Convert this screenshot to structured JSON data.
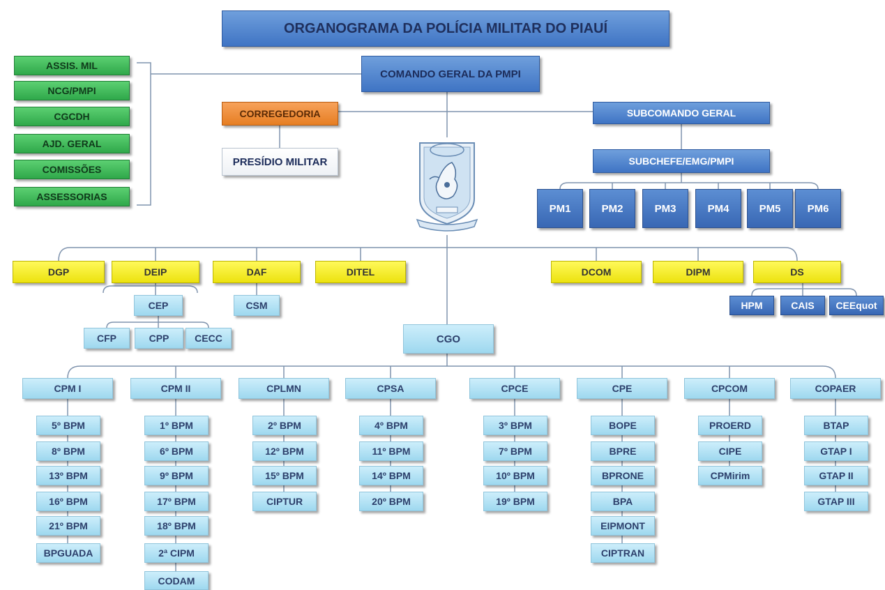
{
  "title": "ORGANOGRAMA DA POLÍCIA MILITAR DO PIAUÍ",
  "top": {
    "comando": "COMANDO GERAL DA PMPI",
    "corregedoria": "CORREGEDORIA",
    "presidio": "PRESÍDIO MILITAR",
    "subcomando": "SUBCOMANDO GERAL",
    "subchefe": "SUBCHEFE/EMG/PMPI"
  },
  "left_boxes": [
    "ASSIS. MIL",
    "NCG/PMPI",
    "CGCDH",
    "AJD. GERAL",
    "COMISSÕES",
    "ASSESSORIAS"
  ],
  "pm": [
    "PM1",
    "PM2",
    "PM3",
    "PM4",
    "PM5",
    "PM6"
  ],
  "directorates": [
    "DGP",
    "DEIP",
    "DAF",
    "DITEL",
    "DCOM",
    "DIPM",
    "DS"
  ],
  "deip": {
    "cep": "CEP",
    "subs": [
      "CFP",
      "CPP",
      "CECC"
    ]
  },
  "daf": {
    "csm": "CSM"
  },
  "ds": {
    "subs": [
      "HPM",
      "CAIS",
      "CEEquot"
    ]
  },
  "cgo": "CGO",
  "commands": [
    {
      "name": "CPM I",
      "units": [
        "5º BPM",
        "8º BPM",
        "13º BPM",
        "16º BPM",
        "21º BPM",
        "BPGUADA"
      ]
    },
    {
      "name": "CPM II",
      "units": [
        "1º BPM",
        "6º BPM",
        "9º BPM",
        "17º BPM",
        "18º BPM",
        "2ª CIPM",
        "CODAM"
      ]
    },
    {
      "name": "CPLMN",
      "units": [
        "2º BPM",
        "12º BPM",
        "15º BPM",
        "CIPTUR"
      ]
    },
    {
      "name": "CPSA",
      "units": [
        "4º BPM",
        "11º BPM",
        "14º BPM",
        "20º BPM"
      ]
    },
    {
      "name": "CPCE",
      "units": [
        "3º BPM",
        "7º BPM",
        "10º BPM",
        "19º BPM"
      ]
    },
    {
      "name": "CPE",
      "units": [
        "BOPE",
        "BPRE",
        "BPRONE",
        "BPA",
        "EIPMONT",
        "CIPTRAN"
      ]
    },
    {
      "name": "CPCOM",
      "units": [
        "PROERD",
        "CIPE",
        "CPMirim"
      ]
    },
    {
      "name": "COPAER",
      "units": [
        "BTAP",
        "GTAP I",
        "GTAP II",
        "GTAP III"
      ]
    }
  ],
  "colors": {
    "blue": "#4a7fcd",
    "green": "#3cb856",
    "orange": "#ef8d34",
    "yellow": "#f5ec2a",
    "light_blue": "#b2e2f5",
    "dark_blue": "#4675c0"
  }
}
